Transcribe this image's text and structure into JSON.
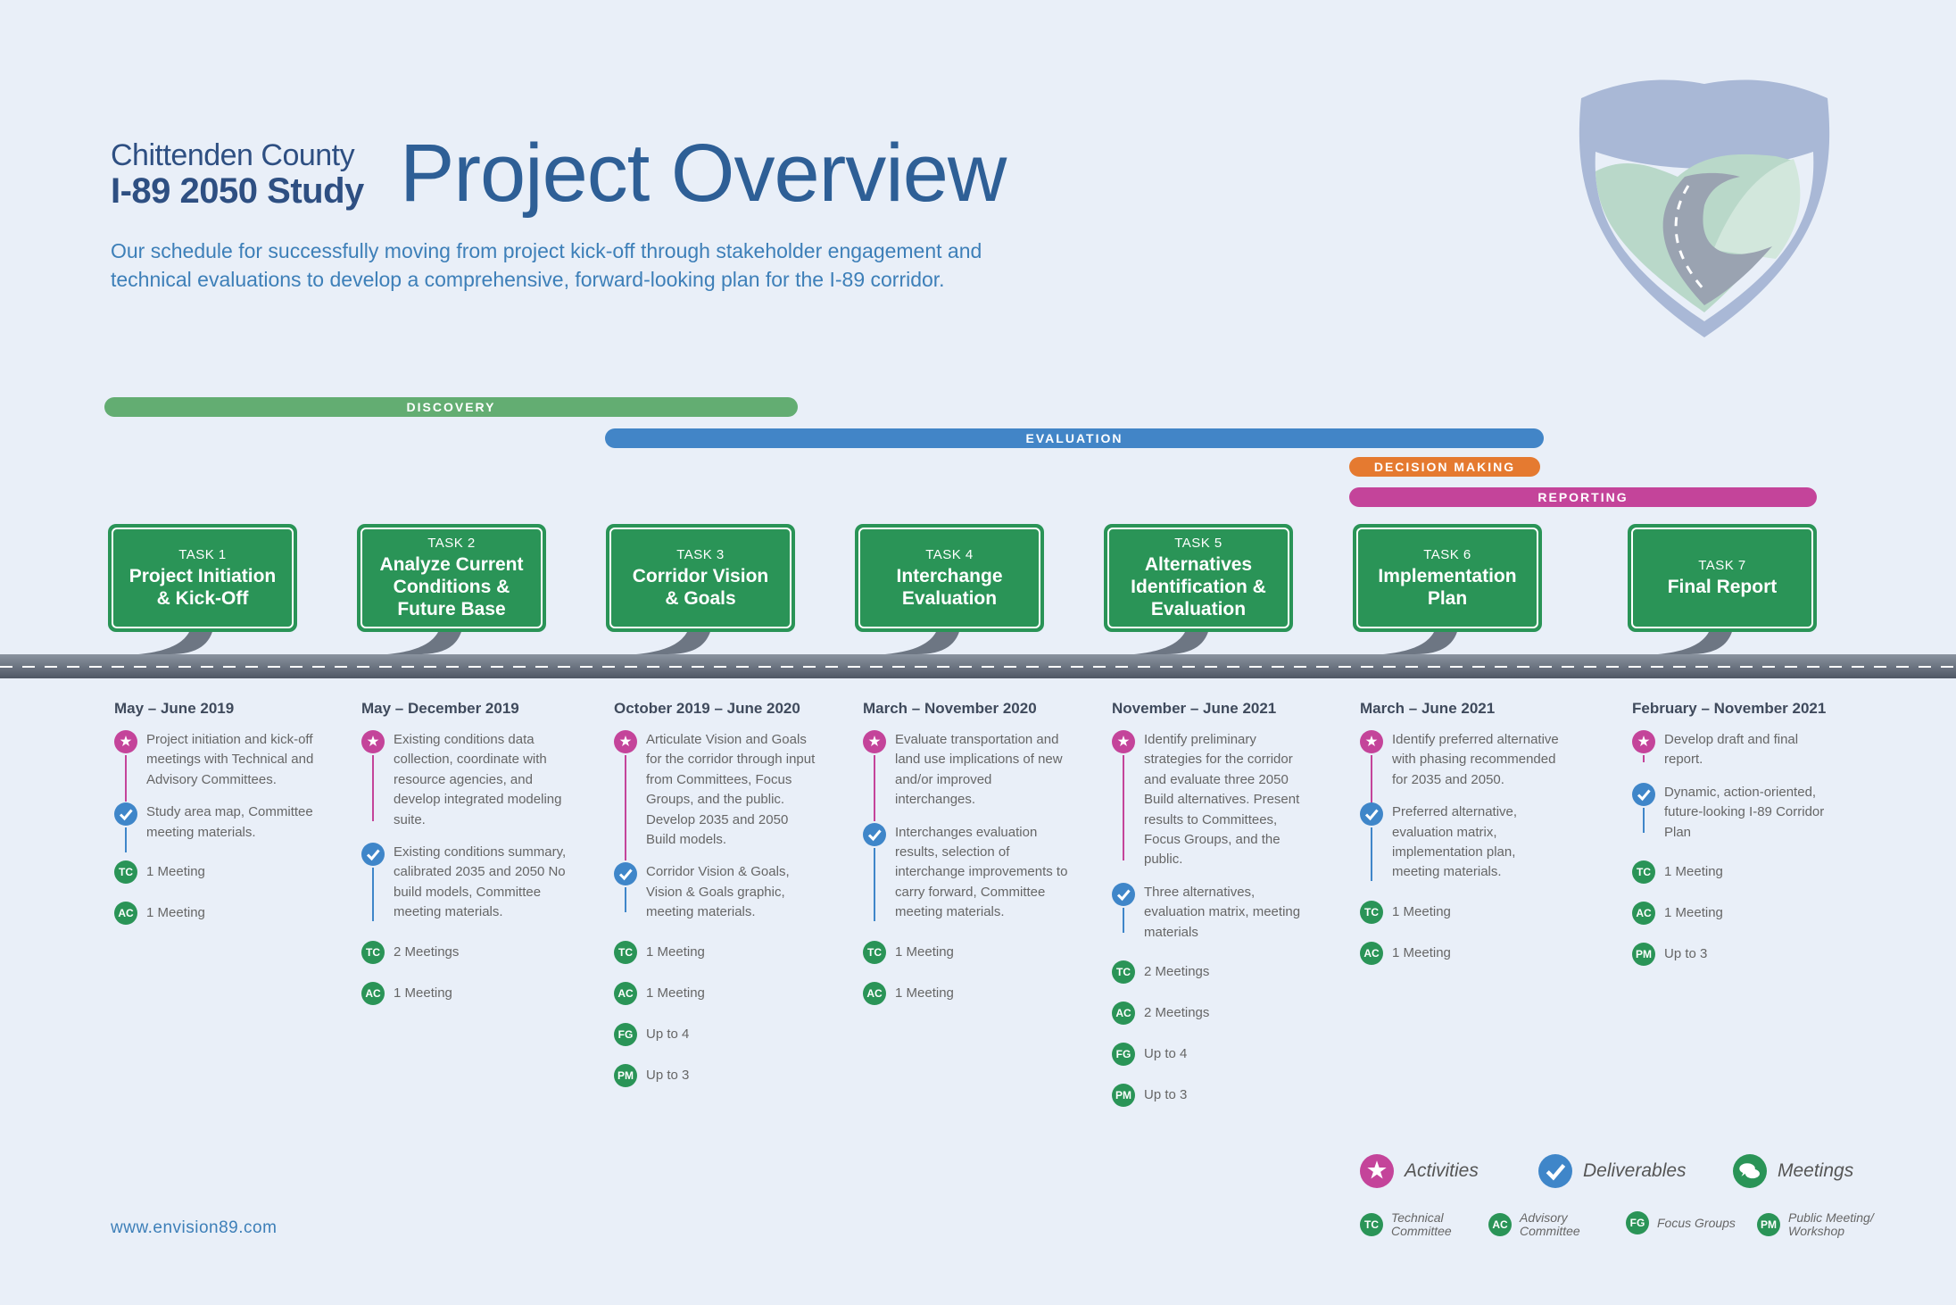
{
  "header": {
    "brand_line1": "Chittenden County",
    "brand_line2": "I-89 2050 Study",
    "title": "Project Overview",
    "intro": "Our schedule for successfully moving from project kick-off through stakeholder engagement and technical evaluations to develop a comprehensive, forward-looking plan for the I-89 corridor."
  },
  "website": "www.envision89.com",
  "phases": [
    {
      "label": "DISCOVERY",
      "color": "#63ad72"
    },
    {
      "label": "EVALUATION",
      "color": "#4285c7"
    },
    {
      "label": "DECISION MAKING",
      "color": "#e57a30"
    },
    {
      "label": "REPORTING",
      "color": "#c4449a"
    }
  ],
  "colors": {
    "sign_green": "#2a9457",
    "activity_pink": "#c4449a",
    "deliverable_blue": "#3f86c9",
    "road_gray": "#6d7683"
  },
  "tasks": [
    {
      "num": "TASK 1",
      "name": "Project Initiation & Kick-Off",
      "date": "May – June 2019",
      "activity": "Project initiation and kick-off meetings with Technical and Advisory Committees.",
      "deliverable": "Study area map, Committee meeting materials.",
      "meetings": [
        {
          "code": "TC",
          "text": "1 Meeting"
        },
        {
          "code": "AC",
          "text": "1 Meeting"
        }
      ]
    },
    {
      "num": "TASK 2",
      "name": "Analyze Current Conditions & Future Base",
      "date": "May – December 2019",
      "activity": "Existing conditions data collection, coordinate with resource agencies, and develop integrated modeling suite.",
      "deliverable": "Existing conditions summary, calibrated 2035 and 2050 No build models, Committee meeting materials.",
      "meetings": [
        {
          "code": "TC",
          "text": "2 Meetings"
        },
        {
          "code": "AC",
          "text": "1 Meeting"
        }
      ]
    },
    {
      "num": "TASK 3",
      "name": "Corridor Vision & Goals",
      "date": "October 2019 – June 2020",
      "activity": "Articulate Vision and Goals for the corridor through input from Committees, Focus Groups, and the public. Develop 2035 and 2050 Build models.",
      "deliverable": "Corridor Vision & Goals, Vision & Goals graphic, meeting materials.",
      "meetings": [
        {
          "code": "TC",
          "text": "1 Meeting"
        },
        {
          "code": "AC",
          "text": "1 Meeting"
        },
        {
          "code": "FG",
          "text": "Up to 4"
        },
        {
          "code": "PM",
          "text": "Up to 3"
        }
      ]
    },
    {
      "num": "TASK 4",
      "name": "Interchange Evaluation",
      "date": "March – November 2020",
      "activity": "Evaluate transportation and land use implications of new and/or improved interchanges.",
      "deliverable": "Interchanges evaluation results, selection of interchange improvements to carry forward, Committee meeting materials.",
      "meetings": [
        {
          "code": "TC",
          "text": "1 Meeting"
        },
        {
          "code": "AC",
          "text": "1 Meeting"
        }
      ]
    },
    {
      "num": "TASK 5",
      "name": "Alternatives Identification & Evaluation",
      "date": "November – June 2021",
      "activity": "Identify preliminary strategies for the corridor and evaluate three 2050 Build alternatives. Present results to Committees, Focus Groups, and the public.",
      "deliverable": "Three alternatives, evaluation matrix, meeting materials",
      "meetings": [
        {
          "code": "TC",
          "text": "2 Meetings"
        },
        {
          "code": "AC",
          "text": "2 Meetings"
        },
        {
          "code": "FG",
          "text": "Up to 4"
        },
        {
          "code": "PM",
          "text": "Up to 3"
        }
      ]
    },
    {
      "num": "TASK 6",
      "name": "Implementation Plan",
      "date": "March – June 2021",
      "activity": "Identify preferred alternative with phasing recommended for 2035 and 2050.",
      "deliverable": "Preferred alternative, evaluation matrix, implementation plan, meeting materials.",
      "meetings": [
        {
          "code": "TC",
          "text": "1 Meeting"
        },
        {
          "code": "AC",
          "text": "1 Meeting"
        }
      ]
    },
    {
      "num": "TASK 7",
      "name": "Final Report",
      "date": "February – November 2021",
      "activity": "Develop draft and final report.",
      "deliverable": "Dynamic, action-oriented, future-looking I-89 Corridor Plan",
      "meetings": [
        {
          "code": "TC",
          "text": "1 Meeting"
        },
        {
          "code": "AC",
          "text": "1 Meeting"
        },
        {
          "code": "PM",
          "text": "Up to 3"
        }
      ]
    }
  ],
  "legend": {
    "activities": "Activities",
    "deliverables": "Deliverables",
    "meetings": "Meetings",
    "tc_line1": "Technical",
    "tc_line2": "Committee",
    "ac_line1": "Advisory",
    "ac_line2": "Committee",
    "fg": "Focus Groups",
    "pm_line1": "Public Meeting/",
    "pm_line2": "Workshop",
    "codes": {
      "tc": "TC",
      "ac": "AC",
      "fg": "FG",
      "pm": "PM"
    }
  }
}
